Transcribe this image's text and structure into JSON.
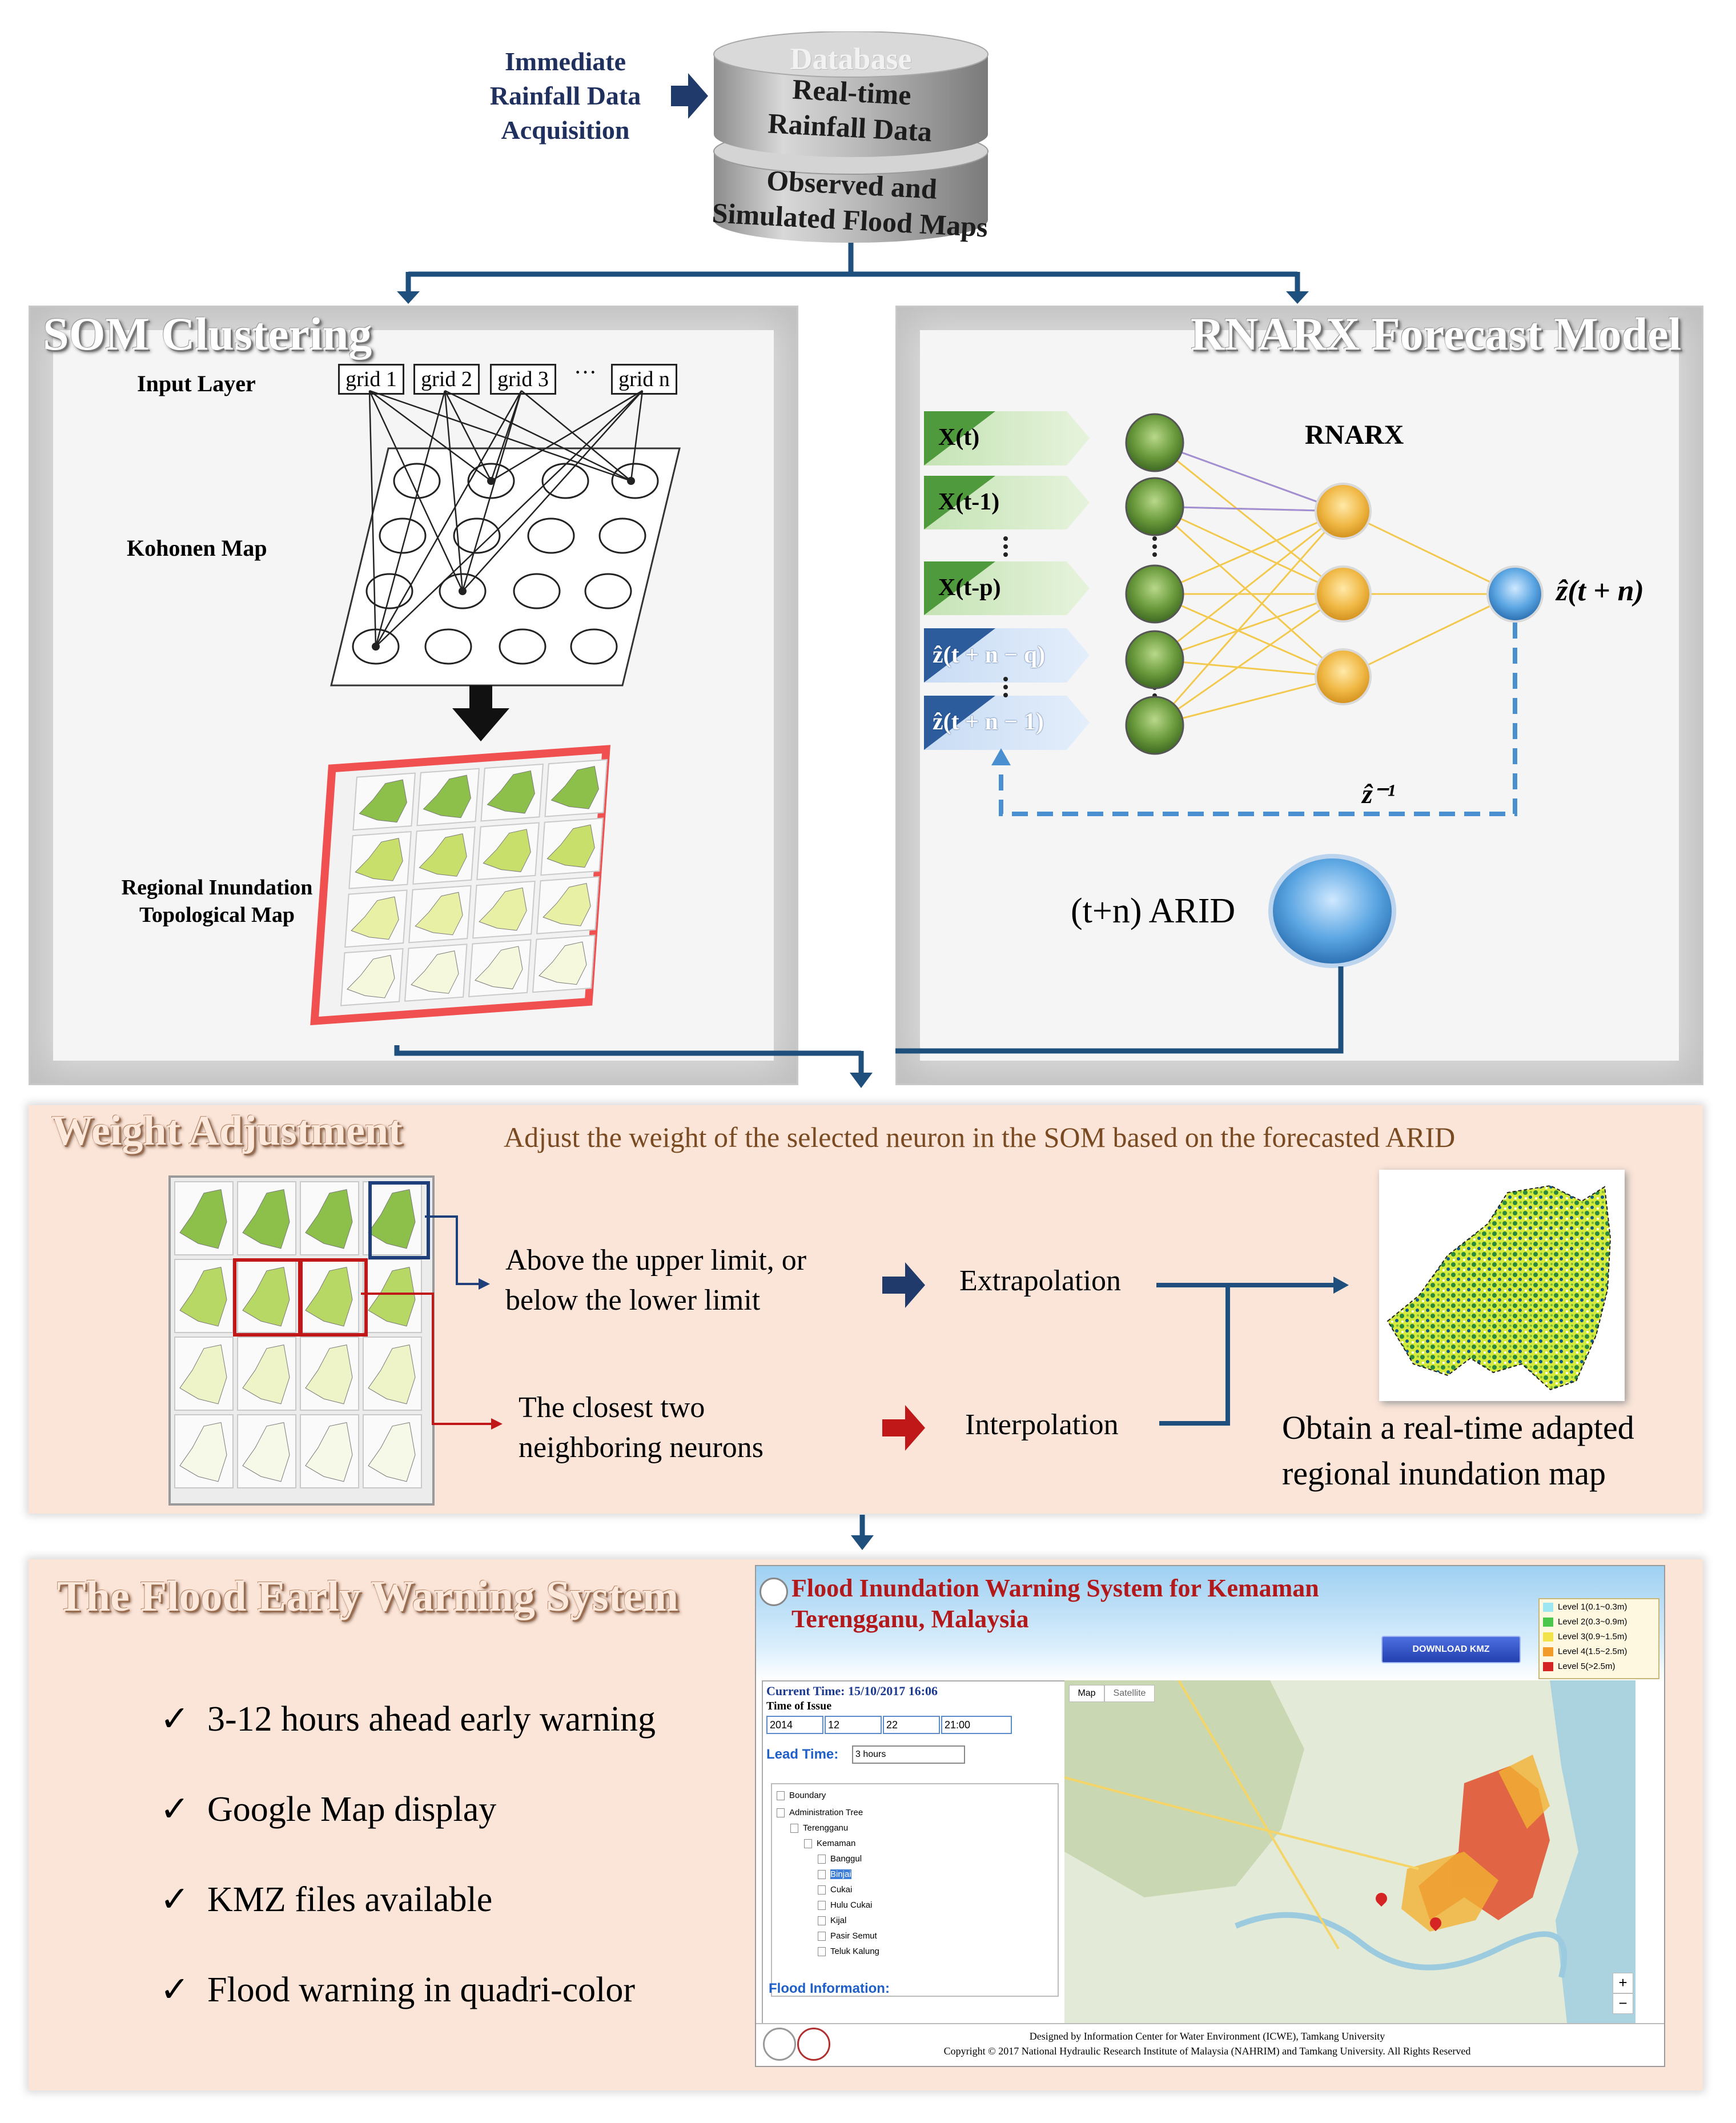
{
  "top": {
    "acquisition_label": "Immediate\nRainfall Data\nAcquisition",
    "database": {
      "top_label": "Database",
      "layer1": "Real-time\nRainfall Data",
      "layer2": "Observed and\nSimulated Flood Maps"
    }
  },
  "som": {
    "title": "SOM Clustering",
    "input_layer": "Input Layer",
    "grids": [
      "grid 1",
      "grid 2",
      "grid 3",
      "···",
      "grid n"
    ],
    "kohonen": "Kohonen Map",
    "regional": "Regional Inundation\nTopological Map"
  },
  "rnarx": {
    "title": "RNARX Forecast Model",
    "label": "RNARX",
    "inputs": [
      "X(t)",
      "X(t-1)",
      "X(t-p)",
      "ẑ(t + n − q)",
      "ẑ(t + n − 1)"
    ],
    "output": "ẑ(t + n)",
    "feedback": "ẑ⁻¹",
    "arid": "(t+n) ARID"
  },
  "weight": {
    "title": "Weight Adjustment",
    "subtitle": "Adjust the weight of the selected neuron in the SOM based on the forecasted ARID",
    "above": "Above the upper limit, or\nbelow the lower limit",
    "closest": "The closest two\nneighboring  neurons",
    "extrapolation": "Extrapolation",
    "interpolation": "Interpolation",
    "obtain": "Obtain a real-time adapted\nregional inundation map"
  },
  "fews": {
    "title": "The Flood Early Warning System",
    "checkmark": "✓",
    "items": [
      "3-12 hours ahead early warning",
      "Google Map display",
      "KMZ files available",
      "Flood warning in quadri-color"
    ],
    "screenshot": {
      "title": "Flood Inundation Warning System for Kemaman\nTerengganu, Malaysia",
      "download": "DOWNLOAD KMZ",
      "legend": [
        {
          "label": "Level 1(0.1~0.3m)",
          "color": "#9ee7f2"
        },
        {
          "label": "Level 2(0.3~0.9m)",
          "color": "#4cc64c"
        },
        {
          "label": "Level 3(0.9~1.5m)",
          "color": "#f2e34a"
        },
        {
          "label": "Level 4(1.5~2.5m)",
          "color": "#f29a2a"
        },
        {
          "label": "Level 5(>2.5m)",
          "color": "#d42424"
        }
      ],
      "current_time": "Current Time: 15/10/2017 16:06",
      "time_of_issue": "Time of Issue",
      "selects": [
        "2014",
        "12",
        "22",
        "21:00"
      ],
      "lead_time_label": "Lead Time:",
      "lead_time_value": "3 hours",
      "tree": [
        "Boundary",
        "Administration Tree",
        "Terengganu",
        "Kemaman",
        "Banggul",
        "Binjai",
        "Cukai",
        "Hulu Cukai",
        "Kijal",
        "Pasir Semut",
        "Teluk Kalung"
      ],
      "flood_info": "Flood Information:",
      "map_tabs": [
        "Map",
        "Satellite"
      ],
      "footer": "Designed by Information Center for Water Environment (ICWE), Tamkang University\nCopyright © 2017 National Hydraulic Research Institute of Malaysia (NAHRIM) and Tamkang University. All Rights Reserved"
    }
  }
}
